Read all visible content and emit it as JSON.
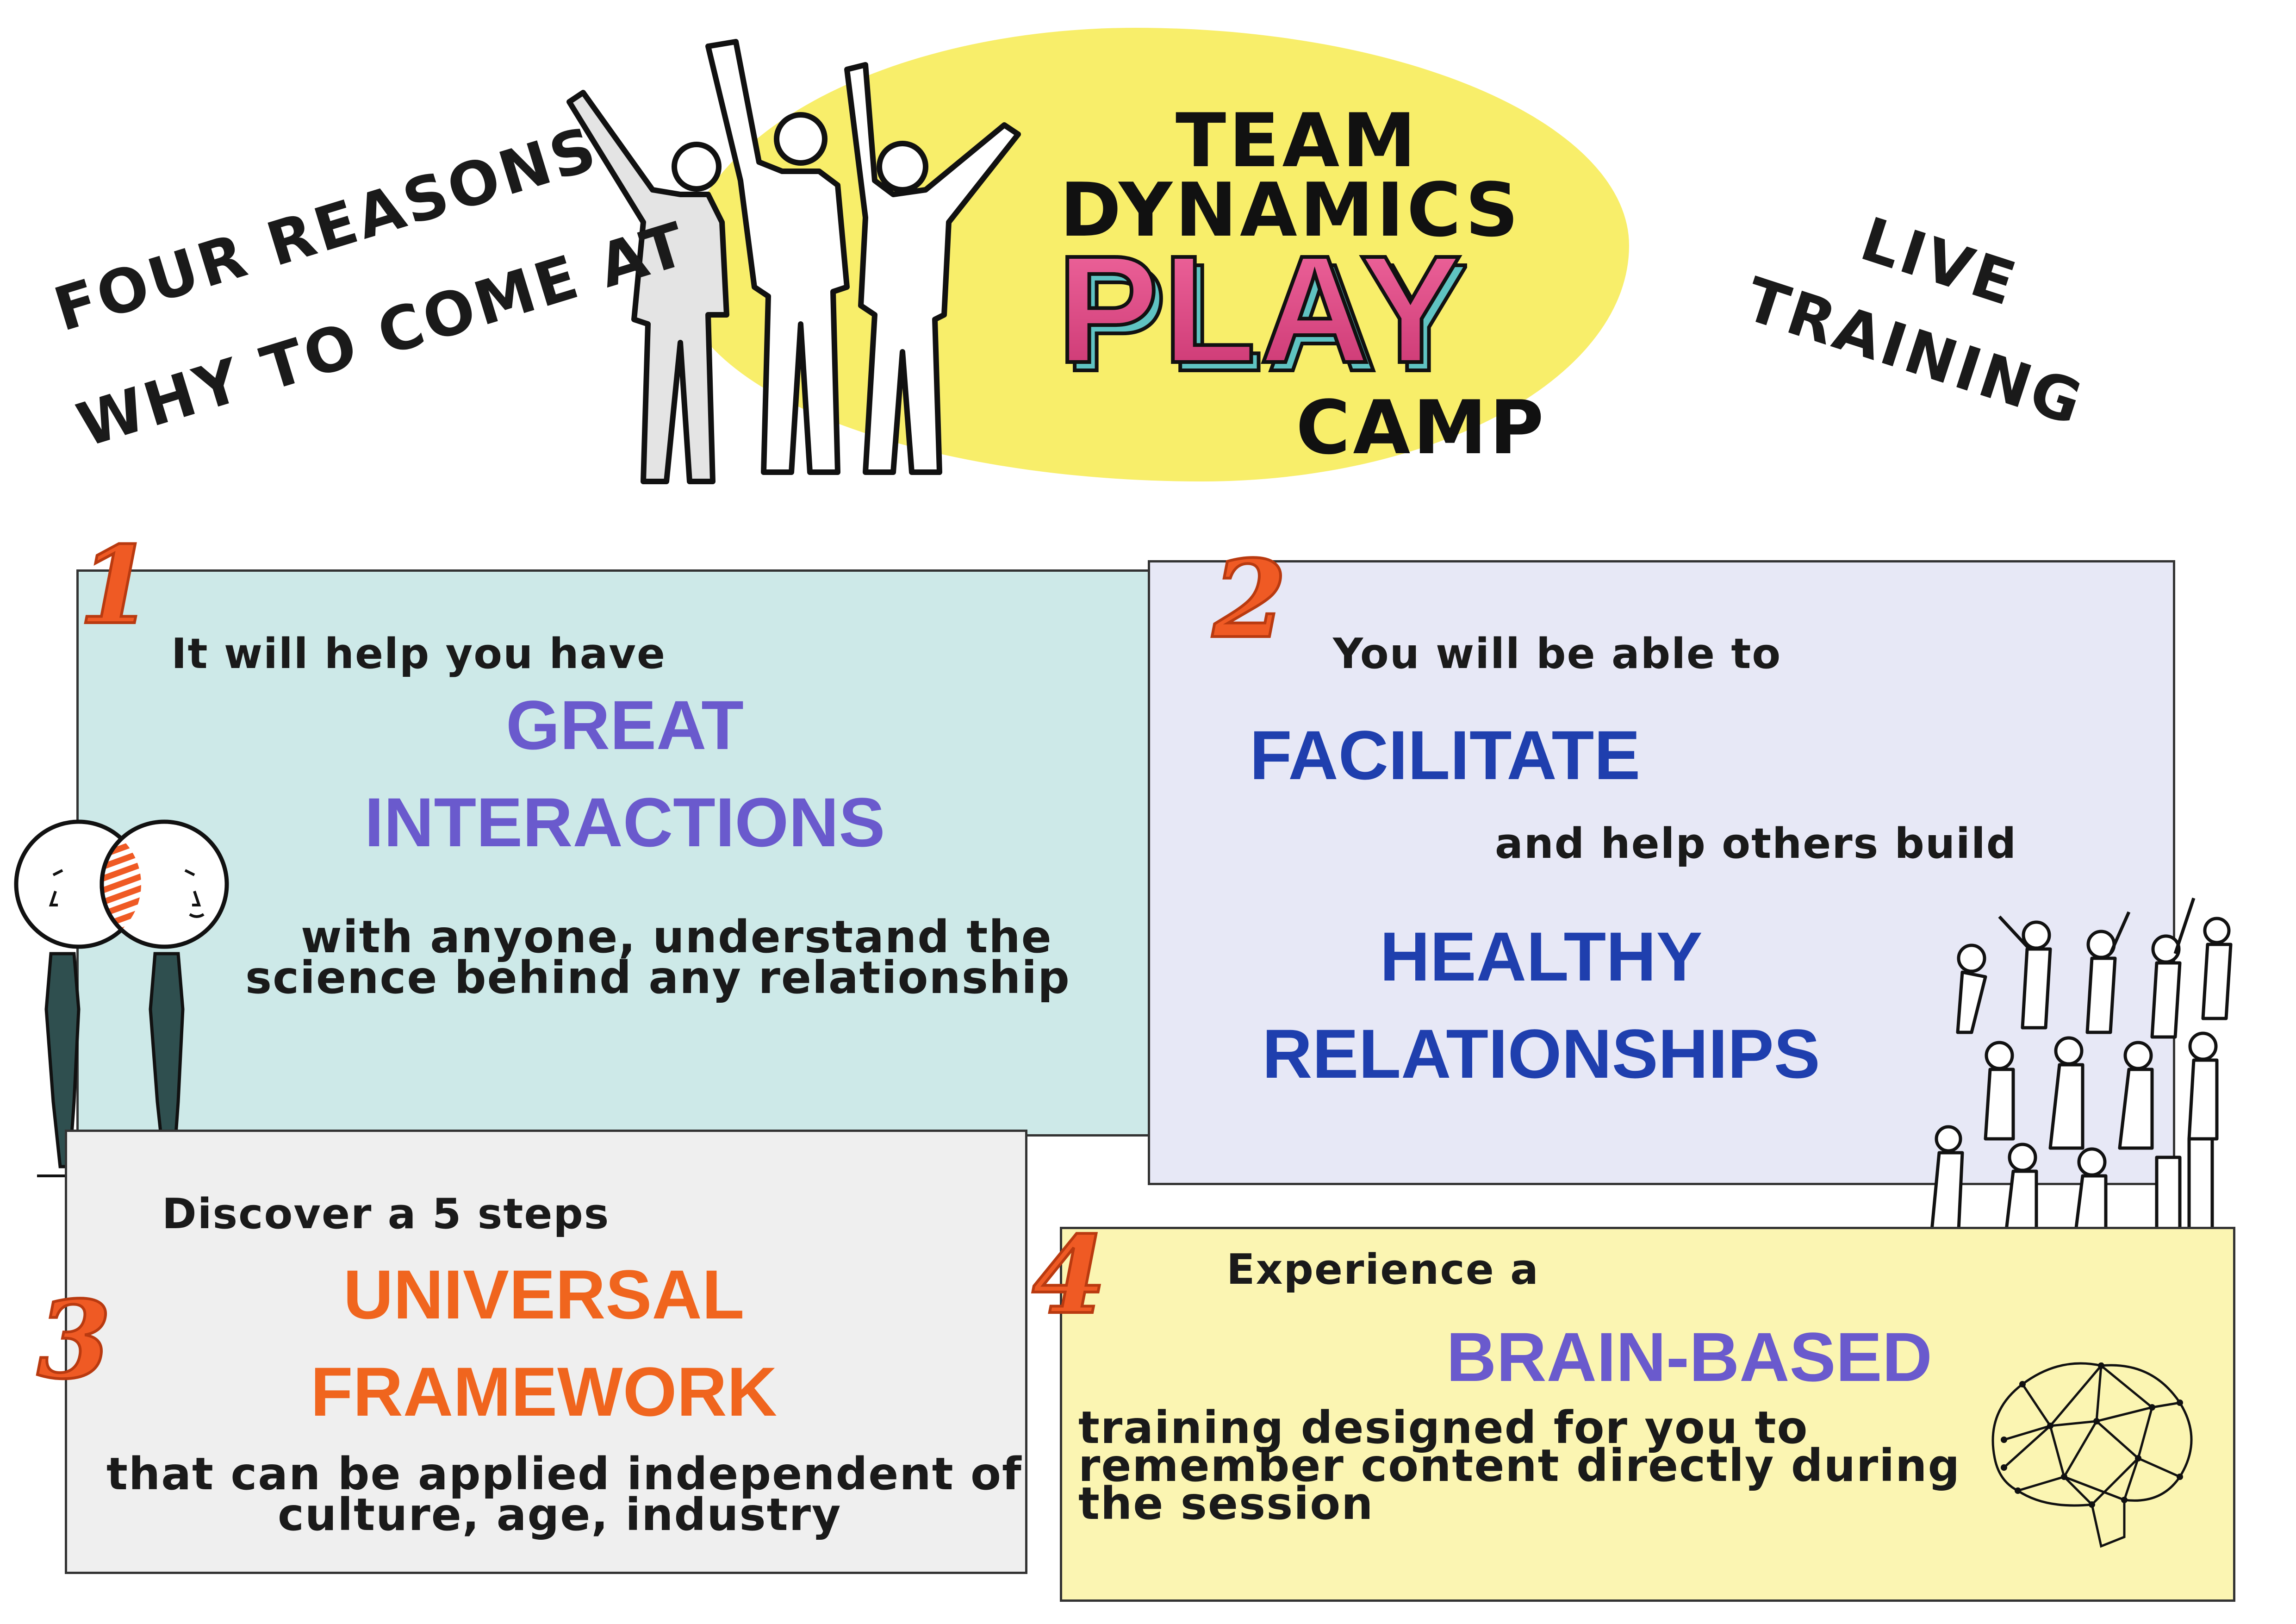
{
  "header": {
    "left_lines": [
      "FOUR REASONS",
      "WHY TO COME AT"
    ],
    "title_line1": "TEAM",
    "title_line2": "DYNAMICS",
    "title_play": "PLAY",
    "title_line3": "CAMP",
    "right_lines": [
      "LIVE",
      "TRAINING"
    ]
  },
  "reasons": [
    {
      "number": "1",
      "lead": "It will help you have",
      "headline": [
        "GREAT",
        "INTERACTIONS"
      ],
      "body": [
        "with anyone, understand the",
        "science behind any relationship"
      ]
    },
    {
      "number": "2",
      "lead": "You will be able to",
      "headline": [
        "FACILITATE"
      ],
      "middle": "and help others build",
      "headline2": [
        "HEALTHY",
        "RELATIONSHIPS"
      ]
    },
    {
      "number": "3",
      "lead": "Discover a 5 steps",
      "headline": [
        "UNIVERSAL",
        "FRAMEWORK"
      ],
      "body": [
        "that can be applied independent of",
        "culture, age, industry"
      ]
    },
    {
      "number": "4",
      "lead": "Experience a",
      "headline": [
        "BRAIN-BASED"
      ],
      "body": [
        "training designed for you to",
        "remember content directly during",
        "the session"
      ]
    }
  ],
  "colors": {
    "panel1": "#cde9e8",
    "panel2": "#e7e8f6",
    "panel3": "#efefef",
    "panel4": "#fbf5b2",
    "highlight": "#f8ee6a",
    "purple": "#6a5acd",
    "navy": "#1f3fae",
    "orange": "#f0651e"
  },
  "icons": [
    "cheering-people-icon",
    "overlapping-heads-icon",
    "people-pyramid-icon",
    "brain-network-icon"
  ]
}
